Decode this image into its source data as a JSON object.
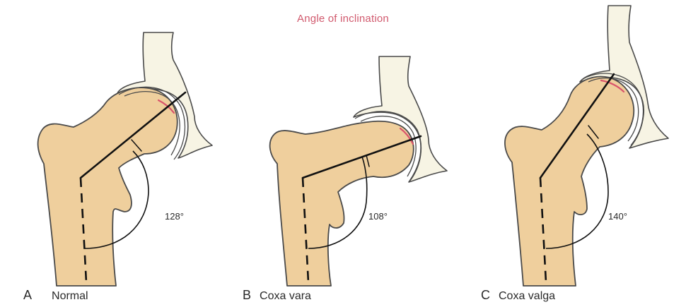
{
  "title": "Angle of inclination",
  "colors": {
    "bone": "#efcf9d",
    "pelvis": "#f7f4e4",
    "outline": "#4a4a4a",
    "axis_line": "#111111",
    "highlight": "#d9536b",
    "title": "#d15a6e"
  },
  "panels": [
    {
      "letter": "A",
      "label": "Normal",
      "angle": "128°"
    },
    {
      "letter": "B",
      "label": "Coxa vara",
      "angle": "108°"
    },
    {
      "letter": "C",
      "label": "Coxa valga",
      "angle": "140°"
    }
  ]
}
